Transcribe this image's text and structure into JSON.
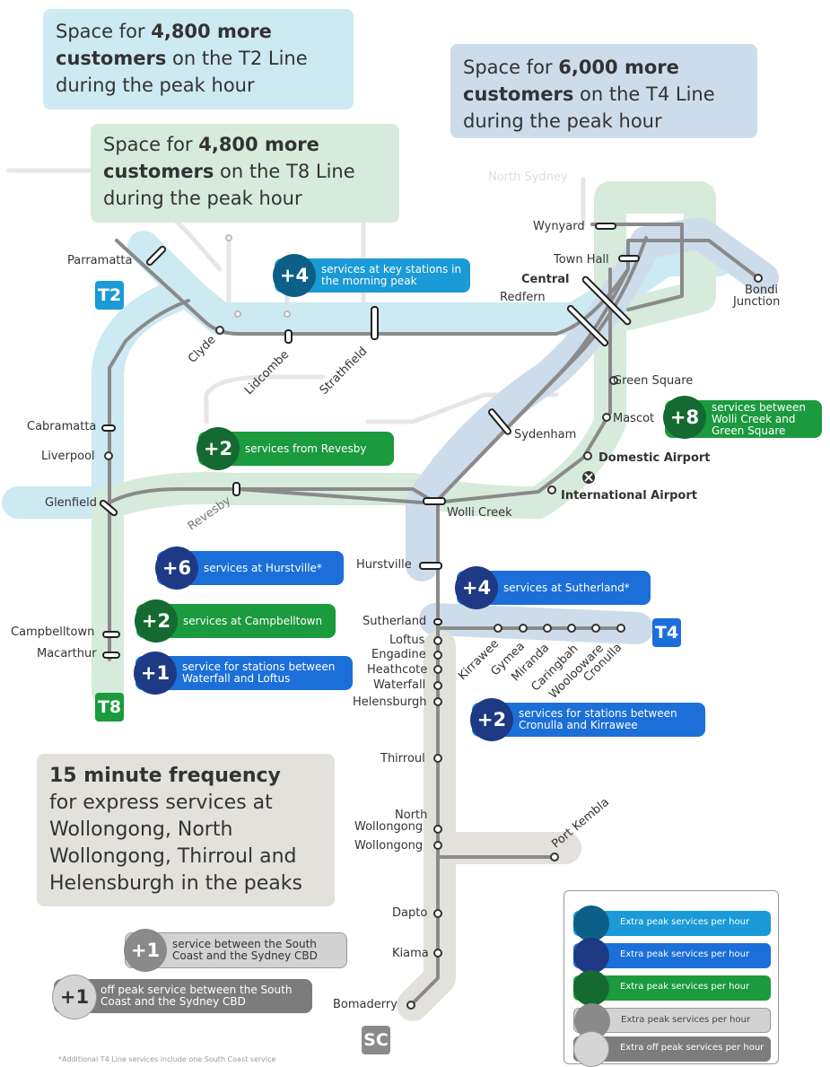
{
  "boxes": {
    "t2": {
      "pre": "Space for ",
      "bold": "4,800 more customers",
      "post": " on the T2 Line during the peak hour"
    },
    "t4": {
      "pre": "Space for ",
      "bold": "6,000 more customers",
      "post": " on the T4 Line during the peak hour"
    },
    "t8": {
      "pre": "Space for ",
      "bold": "4,800 more customers",
      "post": " on the T8 Line during the peak hour"
    },
    "freq": {
      "bold": "15 minute frequency",
      "post": "for express services at Wollongong, North Wollongong, Thirroul and Helensburgh in the peaks"
    }
  },
  "callouts": {
    "key_stations": {
      "num": "+4",
      "text": "services at key stations in the morning peak"
    },
    "revesby": {
      "num": "+2",
      "text": "services from Revesby"
    },
    "hurstville": {
      "num": "+6",
      "text": "services at Hurstville*"
    },
    "campbelltown": {
      "num": "+2",
      "text": "services at Campbelltown"
    },
    "waterfall": {
      "num": "+1",
      "text": "service for stations between Waterfall and Loftus"
    },
    "sutherland": {
      "num": "+4",
      "text": "services at Sutherland*"
    },
    "wolli": {
      "num": "+8",
      "text": "services between Wolli Creek and Green Square"
    },
    "cronulla": {
      "num": "+2",
      "text": "services for stations between Cronulla and Kirrawee"
    },
    "south_coast": {
      "num": "+1",
      "text": "service between the South Coast and the Sydney CBD"
    },
    "off_peak": {
      "num": "+1",
      "text": "off peak service between the South Coast and the Sydney CBD"
    }
  },
  "badges": {
    "t2": "T2",
    "t4": "T4",
    "t8": "T8",
    "sc": "SC"
  },
  "stations": {
    "north_sydney": "North Sydney",
    "wynyard": "Wynyard",
    "town_hall": "Town Hall",
    "central": "Central",
    "redfern": "Redfern",
    "bondi": "Bondi",
    "junction": "Junction",
    "parramatta": "Parramatta",
    "clyde": "Clyde",
    "lidcombe": "Lidcombe",
    "strathfield": "Strathfield",
    "green_square": "Green Square",
    "mascot": "Mascot",
    "domestic": "Domestic Airport",
    "international": "International Airport",
    "sydenham": "Sydenham",
    "cabramatta": "Cabramatta",
    "liverpool": "Liverpool",
    "glenfield": "Glenfield",
    "revesby": "Revesby",
    "wolli_creek": "Wolli Creek",
    "hurstville": "Hurstville",
    "campbelltown": "Campbelltown",
    "macarthur": "Macarthur",
    "sutherland": "Sutherland",
    "loftus": "Loftus",
    "engadine": "Engadine",
    "heathcote": "Heathcote",
    "waterfall": "Waterfall",
    "helensburgh": "Helensburgh",
    "kirrawee": "Kirrawee",
    "gymea": "Gymea",
    "miranda": "Miranda",
    "caringbah": "Caringbah",
    "woolooware": "Woolooware",
    "cronulla": "Cronulla",
    "thirroul": "Thirroul",
    "north": "North",
    "north_wollongong": "Wollongong",
    "wollongong": "Wollongong",
    "port_kembla": "Port Kembla",
    "dapto": "Dapto",
    "kiama": "Kiama",
    "bomaderry": "Bomaderry"
  },
  "legend": [
    {
      "label": "Extra peak services per hour",
      "color": "#1a9ad6",
      "dot": "#0c5f86"
    },
    {
      "label": "Extra peak services per hour",
      "color": "#1c6fd8",
      "dot": "#1e3a84"
    },
    {
      "label": "Extra peak services per hour",
      "color": "#1b9a3e",
      "dot": "#156a32"
    },
    {
      "label": "Extra peak services per hour",
      "color": "#d2d2d2",
      "dot": "#8a8a8a"
    },
    {
      "label": "Extra off peak services per hour",
      "color": "#7c7c7c",
      "dot": "#d5d5d5"
    }
  ],
  "footnote": "*Additional T4 Line services include one South Coast service",
  "colors": {
    "t2_band": "#cde9f1",
    "t4_band": "#cddcea",
    "t8_band": "#d6ebdc",
    "sc_band": "#e3e1dc",
    "track": "#8a8a8a"
  }
}
